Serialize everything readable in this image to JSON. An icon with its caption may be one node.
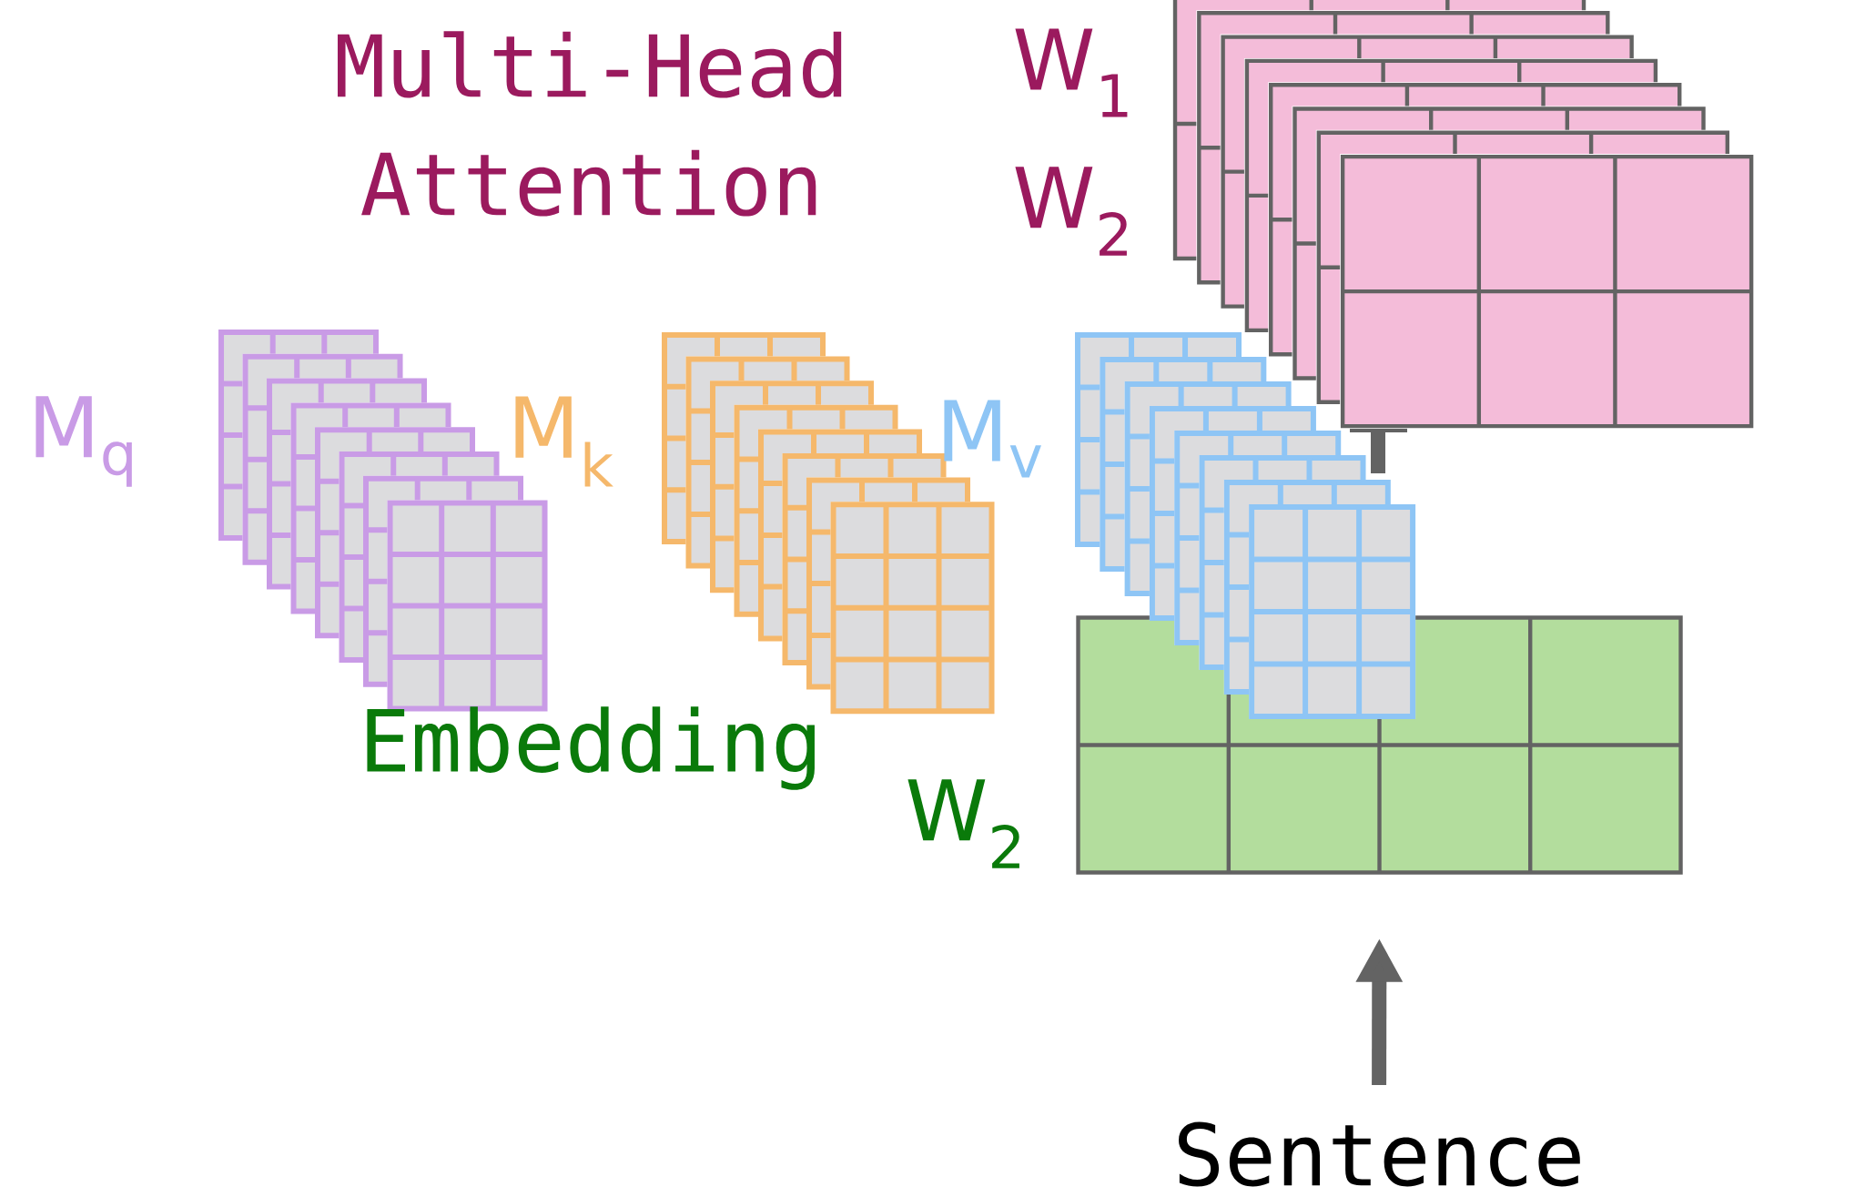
{
  "diagram": {
    "nodes": [
      {
        "text": [],
        "shape": "box"
      },
      {
        "text": [
          "Sentence"
        ]
      }
    ],
    "edges": [
      {
        "from": 1,
        "to": 0,
        "arrow": "to"
      }
    ],
    "labels": [
      "Multi-Head Attention",
      "W$_{1}$",
      "W$_{2}$",
      "M$_{q}$",
      "M$_{k}$",
      "M$_{v}$",
      "Embedding",
      "W$_{2}$"
    ]
  }
}
